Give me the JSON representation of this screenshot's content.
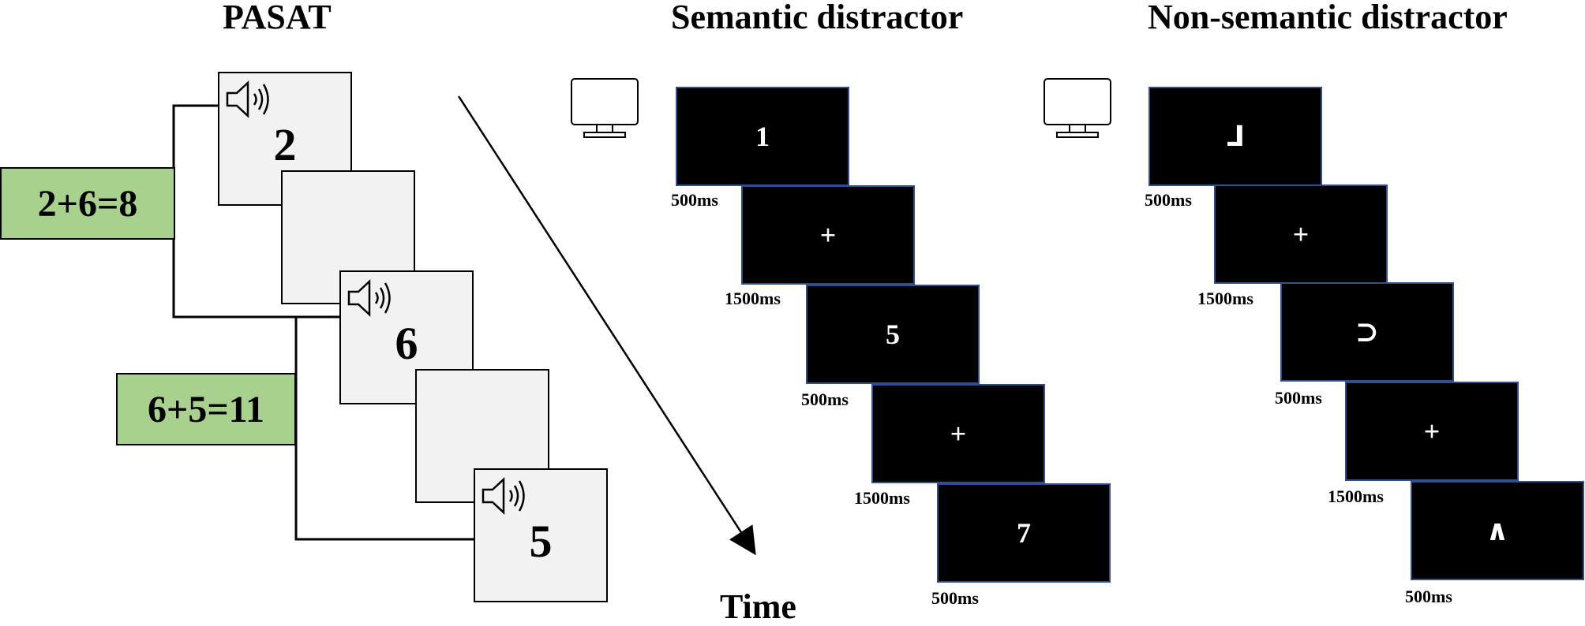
{
  "titles": {
    "pasat": "PASAT",
    "semantic": "Semantic distractor",
    "non_semantic": "Non-semantic distractor"
  },
  "pasat": {
    "cards": [
      {
        "digit": "2",
        "audio": true
      },
      {
        "digit": "",
        "audio": false
      },
      {
        "digit": "6",
        "audio": true
      },
      {
        "digit": "",
        "audio": false
      },
      {
        "digit": "5",
        "audio": true
      }
    ],
    "answers": [
      "2+6=8",
      "6+5=11"
    ],
    "answer_color": "#a9d18e"
  },
  "time_label": "Time",
  "semantic": {
    "screens": [
      "1",
      "+",
      "5",
      "+",
      "7"
    ],
    "durations": [
      "500ms",
      "1500ms",
      "500ms",
      "1500ms",
      "500ms"
    ]
  },
  "non_semantic": {
    "screens": [
      "⅃",
      "+",
      "⊃",
      "+",
      "∧"
    ],
    "durations": [
      "500ms",
      "1500ms",
      "500ms",
      "1500ms",
      "500ms"
    ]
  },
  "icons": {
    "speaker": "speaker-icon",
    "monitor": "monitor-icon"
  }
}
